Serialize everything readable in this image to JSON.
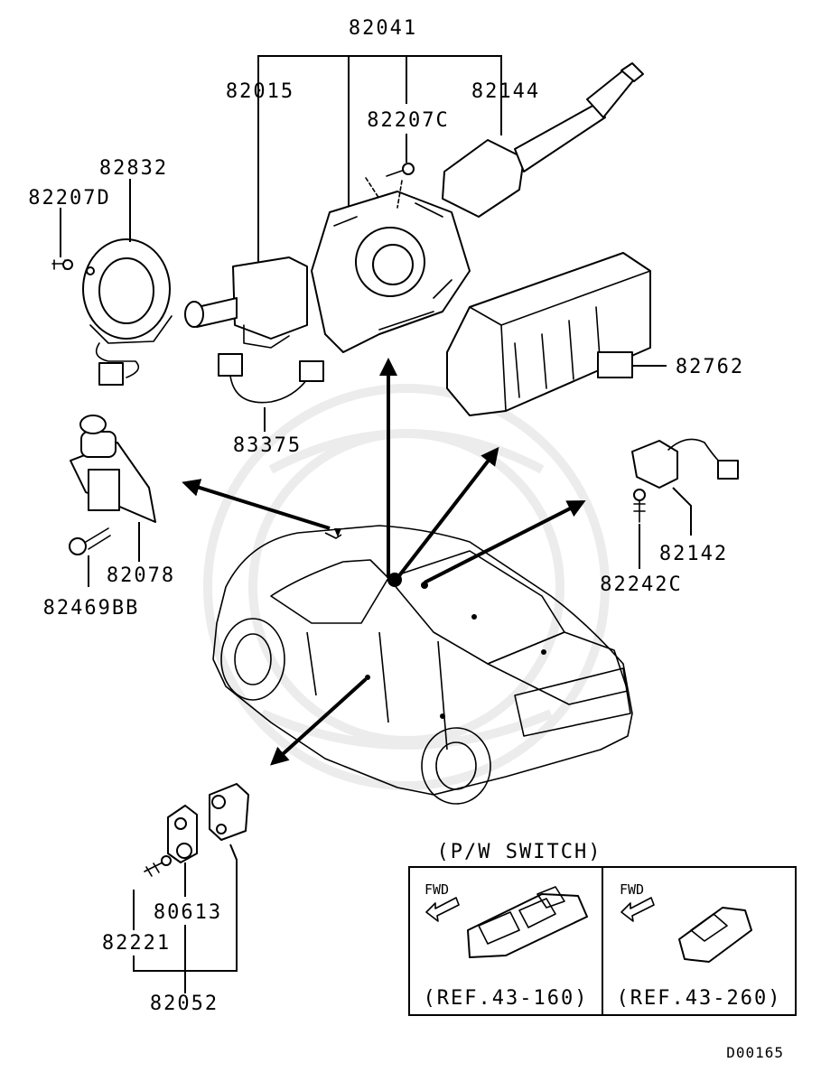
{
  "callouts": {
    "p82041": "82041",
    "p82015": "82015",
    "p82207C": "82207C",
    "p82144": "82144",
    "p82832": "82832",
    "p82207D": "82207D",
    "p83375": "83375",
    "p82762": "82762",
    "p82078": "82078",
    "p82469BB": "82469BB",
    "p82142": "82142",
    "p82242C": "82242C",
    "p80613": "80613",
    "p82221": "82221",
    "p82052": "82052"
  },
  "pw_switch": {
    "title": "(P/W SWITCH)",
    "left_fwd": "FWD",
    "left_ref": "(REF.43-160)",
    "right_fwd": "FWD",
    "right_ref": "(REF.43-260)"
  },
  "diagram_code": "D00165"
}
